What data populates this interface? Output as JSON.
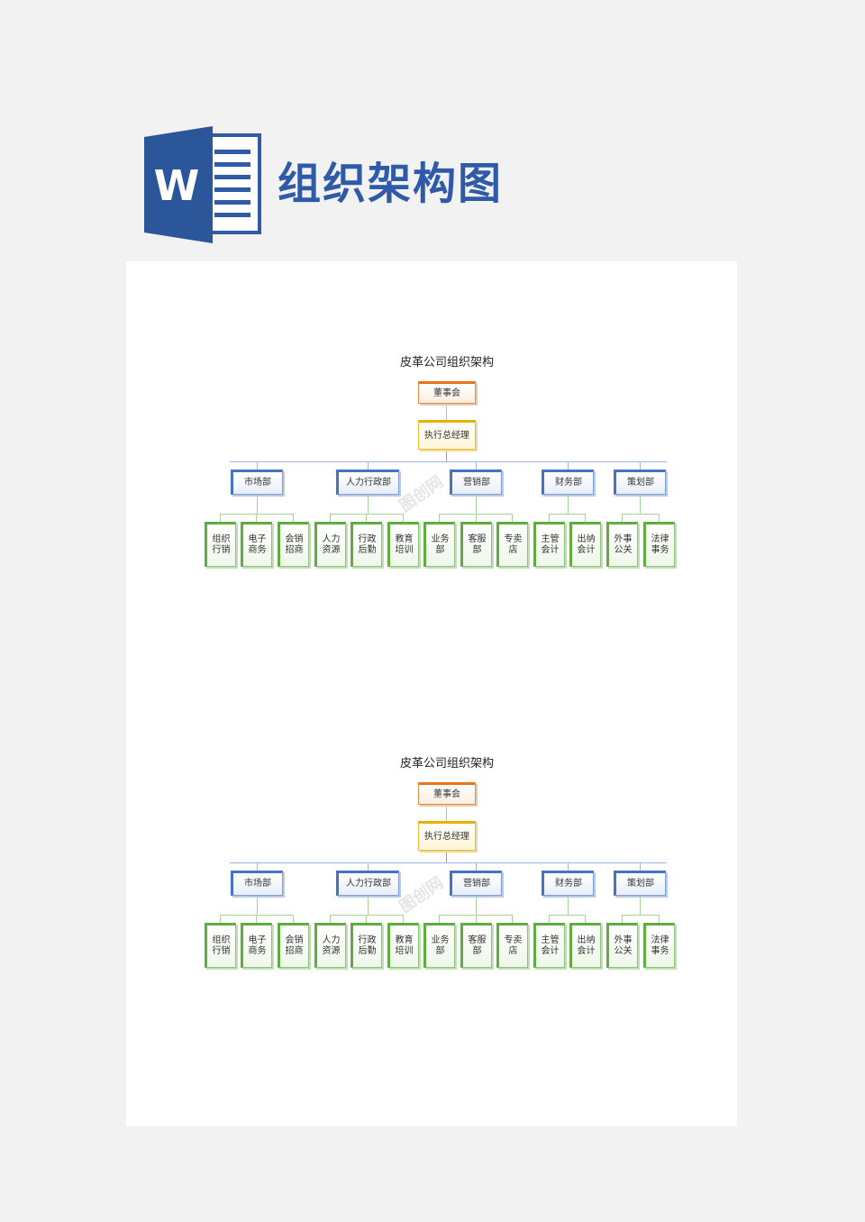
{
  "header": {
    "logo_letter": "W",
    "title": "组织架构图"
  },
  "charts": [
    {
      "title": "皮革公司组织架构",
      "board": "董事会",
      "ceo": "执行总经理",
      "departments": [
        "市场部",
        "人力行政部",
        "营销部",
        "财务部",
        "策划部"
      ],
      "teams": [
        "组织行销",
        "电子商务",
        "会销招商",
        "人力资源",
        "行政后勤",
        "教育培训",
        "业务部",
        "客服部",
        "专卖店",
        "主管会计",
        "出纳会计",
        "外事公关",
        "法律事务"
      ]
    },
    {
      "title": "皮革公司组织架构",
      "board": "董事会",
      "ceo": "执行总经理",
      "departments": [
        "市场部",
        "人力行政部",
        "营销部",
        "财务部",
        "策划部"
      ],
      "teams": [
        "组织行销",
        "电子商务",
        "会销招商",
        "人力资源",
        "行政后勤",
        "教育培训",
        "业务部",
        "客服部",
        "专卖店",
        "主管会计",
        "出纳会计",
        "外事公关",
        "法律事务"
      ]
    }
  ],
  "watermark": "图创网",
  "colors": {
    "brand_blue": "#2e5aa8",
    "board": "#e8751a",
    "ceo": "#e9b000",
    "dept": "#4472c4",
    "team": "#5fad3f"
  }
}
